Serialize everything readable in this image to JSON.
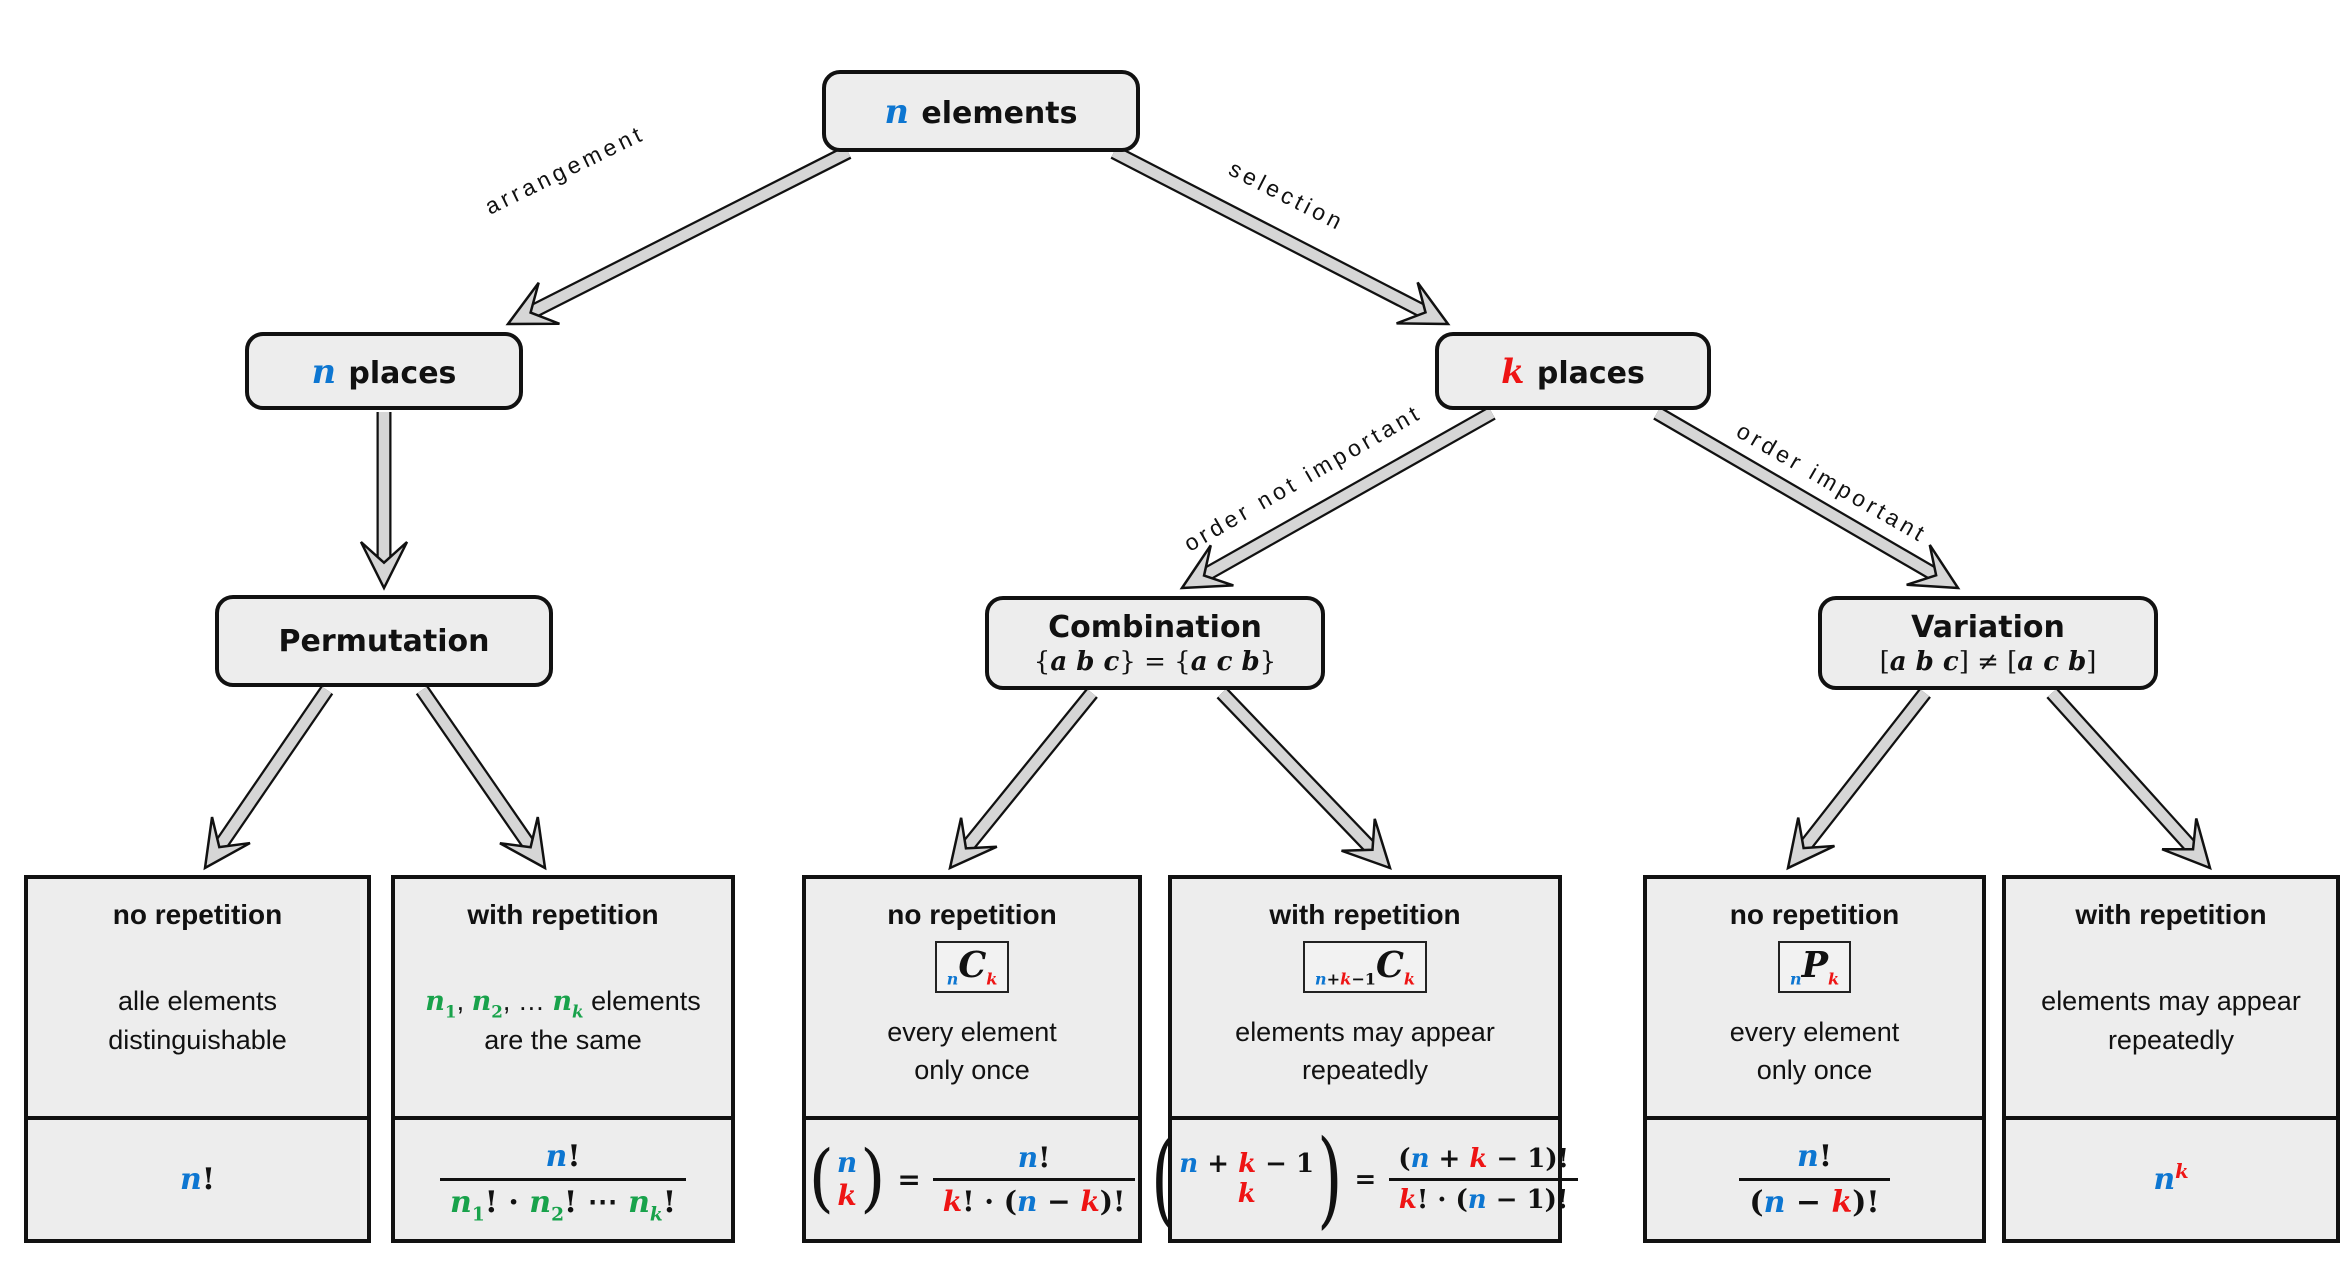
{
  "colors": {
    "blue": "#0d76d1",
    "red": "#ee1414",
    "green": "#18a24b",
    "box_fill": "#ededed",
    "arrow_fill": "#d6d6d6",
    "border": "#111111"
  },
  "root": {
    "tokens": [
      {
        "t": "n",
        "m": 1,
        "c": "b"
      },
      {
        "t": " elements"
      }
    ]
  },
  "edges": {
    "arrangement": "arrangement",
    "selection": "selection",
    "order_not": "order not important",
    "order_imp": "order important"
  },
  "nodes": {
    "n_places": {
      "tokens": [
        {
          "t": "n",
          "m": 1,
          "c": "b"
        },
        {
          "t": " places"
        }
      ]
    },
    "k_places": {
      "tokens": [
        {
          "t": "k",
          "m": 1,
          "c": "r"
        },
        {
          "t": " places"
        }
      ]
    },
    "permutation": {
      "title": "Permutation"
    },
    "combination": {
      "title": "Combination",
      "subtitle": [
        {
          "t": "{"
        },
        {
          "t": "a b c",
          "m": 1
        },
        {
          "t": "} = {"
        },
        {
          "t": "a c b",
          "m": 1
        },
        {
          "t": "}"
        }
      ]
    },
    "variation": {
      "title": "Variation",
      "subtitle": [
        {
          "t": "["
        },
        {
          "t": "a b c",
          "m": 1
        },
        {
          "t": "] ≠ ["
        },
        {
          "t": "a c b",
          "m": 1
        },
        {
          "t": "]"
        }
      ]
    }
  },
  "leaves": [
    {
      "header": "no repetition",
      "desc": [
        [
          {
            "t": "alle elements"
          }
        ],
        [
          {
            "t": "distinguishable"
          }
        ]
      ],
      "formula": {
        "kind": "tok",
        "tok": [
          {
            "t": "n",
            "m": 1,
            "c": "b"
          },
          {
            "t": "!"
          }
        ]
      }
    },
    {
      "header": "with repetition",
      "desc": [
        [
          {
            "t": "n",
            "m": 1,
            "c": "g",
            "s": "1"
          },
          {
            "t": ", "
          },
          {
            "t": "n",
            "m": 1,
            "c": "g",
            "s": "2"
          },
          {
            "t": ", … "
          },
          {
            "t": "n",
            "m": 1,
            "c": "g",
            "s": "k",
            "sm": 1
          },
          {
            "t": " elements"
          }
        ],
        [
          {
            "t": "are the same"
          }
        ]
      ],
      "formula": {
        "kind": "frac",
        "num": [
          {
            "t": "n",
            "m": 1,
            "c": "b"
          },
          {
            "t": "!"
          }
        ],
        "den": [
          {
            "t": "n",
            "m": 1,
            "c": "g",
            "s": "1"
          },
          {
            "t": "! · "
          },
          {
            "t": "n",
            "m": 1,
            "c": "g",
            "s": "2"
          },
          {
            "t": "! ⋯ "
          },
          {
            "t": "n",
            "m": 1,
            "c": "g",
            "s": "k",
            "sm": 1
          },
          {
            "t": "!"
          }
        ]
      }
    },
    {
      "header": "no repetition",
      "badge": [
        {
          "s": "n",
          "sm": 1,
          "c": "b"
        },
        {
          "t": "C",
          "big": 1
        },
        {
          "s": "k",
          "sm": 1,
          "c": "r"
        }
      ],
      "desc": [
        [
          {
            "t": "every element"
          }
        ],
        [
          {
            "t": "only once"
          }
        ]
      ],
      "formula": {
        "kind": "eq",
        "left": {
          "kind": "binom",
          "top": [
            {
              "t": "n",
              "m": 1,
              "c": "b"
            }
          ],
          "bot": [
            {
              "t": "k",
              "m": 1,
              "c": "r"
            }
          ]
        },
        "right": {
          "kind": "frac",
          "num": [
            {
              "t": "n",
              "m": 1,
              "c": "b"
            },
            {
              "t": "!"
            }
          ],
          "den": [
            {
              "t": "k",
              "m": 1,
              "c": "r"
            },
            {
              "t": "! · ("
            },
            {
              "t": "n",
              "m": 1,
              "c": "b"
            },
            {
              "t": " − "
            },
            {
              "t": "k",
              "m": 1,
              "c": "r"
            },
            {
              "t": ")!"
            }
          ]
        }
      }
    },
    {
      "header": "with repetition",
      "badge": [
        {
          "s": "n",
          "sm": 1,
          "c": "b"
        },
        {
          "s": "+"
        },
        {
          "s": "k",
          "sm": 1,
          "c": "r"
        },
        {
          "s": "−1"
        },
        {
          "t": "C",
          "big": 1
        },
        {
          "s": "k",
          "sm": 1,
          "c": "r"
        }
      ],
      "desc": [
        [
          {
            "t": "elements may appear"
          }
        ],
        [
          {
            "t": "repeatedly"
          }
        ]
      ],
      "formula": {
        "kind": "eq",
        "left": {
          "kind": "binom",
          "top": [
            {
              "t": "n",
              "m": 1,
              "c": "b"
            },
            {
              "t": " + "
            },
            {
              "t": "k",
              "m": 1,
              "c": "r"
            },
            {
              "t": " − 1"
            }
          ],
          "bot": [
            {
              "t": "k",
              "m": 1,
              "c": "r"
            }
          ]
        },
        "right": {
          "kind": "frac",
          "num": [
            {
              "t": "("
            },
            {
              "t": "n",
              "m": 1,
              "c": "b"
            },
            {
              "t": " + "
            },
            {
              "t": "k",
              "m": 1,
              "c": "r"
            },
            {
              "t": " − 1)!"
            }
          ],
          "den": [
            {
              "t": "k",
              "m": 1,
              "c": "r"
            },
            {
              "t": "! · ("
            },
            {
              "t": "n",
              "m": 1,
              "c": "b"
            },
            {
              "t": " − 1)!"
            }
          ]
        }
      }
    },
    {
      "header": "no repetition",
      "badge": [
        {
          "s": "n",
          "sm": 1,
          "c": "b"
        },
        {
          "t": "P",
          "big": 1
        },
        {
          "s": "k",
          "sm": 1,
          "c": "r"
        }
      ],
      "desc": [
        [
          {
            "t": "every element"
          }
        ],
        [
          {
            "t": "only once"
          }
        ]
      ],
      "formula": {
        "kind": "frac",
        "num": [
          {
            "t": "n",
            "m": 1,
            "c": "b"
          },
          {
            "t": "!"
          }
        ],
        "den": [
          {
            "t": "("
          },
          {
            "t": "n",
            "m": 1,
            "c": "b"
          },
          {
            "t": " − "
          },
          {
            "t": "k",
            "m": 1,
            "c": "r"
          },
          {
            "t": ")!"
          }
        ]
      }
    },
    {
      "header": "with repetition",
      "desc": [
        [
          {
            "t": "elements may appear"
          }
        ],
        [
          {
            "t": "repeatedly"
          }
        ]
      ],
      "formula": {
        "kind": "tok",
        "tok": [
          {
            "t": "n",
            "m": 1,
            "c": "b",
            "u": "k",
            "um": 1,
            "uc": "r"
          }
        ]
      }
    }
  ]
}
